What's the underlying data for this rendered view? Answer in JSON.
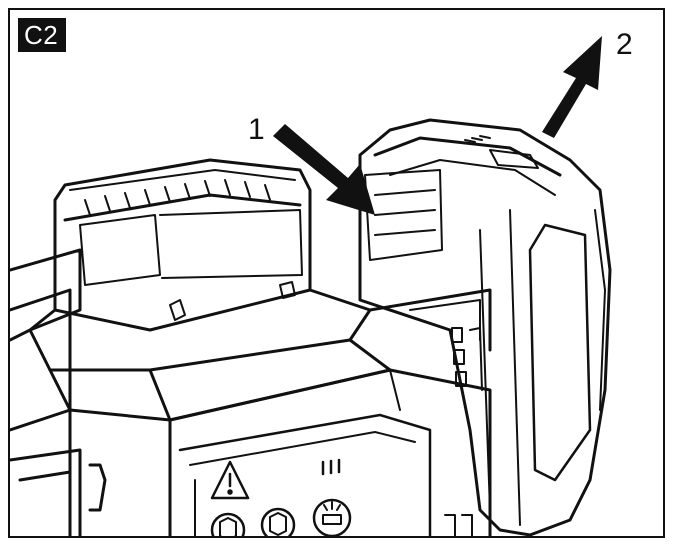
{
  "figure": {
    "label": "C2",
    "callouts": [
      "1",
      "2"
    ]
  },
  "icons": [
    "warning-triangle-icon",
    "button-cube-icon",
    "button-cube-icon",
    "battery-light-icon"
  ],
  "colors": {
    "ink": "#111111",
    "paper": "#ffffff",
    "label_bg": "#111111",
    "label_fg": "#ffffff"
  }
}
